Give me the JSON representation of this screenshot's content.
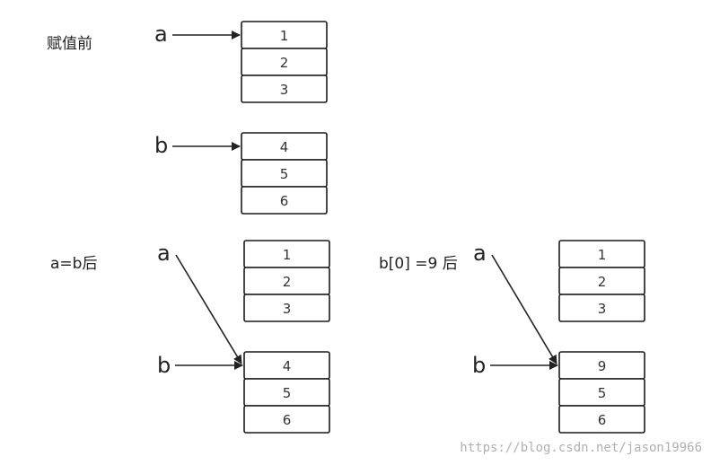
{
  "sections": {
    "before": "赋值前",
    "after_assign": "a=b后",
    "after_modify": "b[0] =9 后"
  },
  "panel_before": {
    "var_a": "a",
    "var_b": "b",
    "list_a": [
      "1",
      "2",
      "3"
    ],
    "list_b": [
      "4",
      "5",
      "6"
    ]
  },
  "panel_after_assign": {
    "var_a": "a",
    "var_b": "b",
    "list_old": [
      "1",
      "2",
      "3"
    ],
    "list_shared": [
      "4",
      "5",
      "6"
    ]
  },
  "panel_after_modify": {
    "var_a": "a",
    "var_b": "b",
    "list_old": [
      "1",
      "2",
      "3"
    ],
    "list_shared": [
      "9",
      "5",
      "6"
    ]
  },
  "watermark": "https://blog.csdn.net/jason19966",
  "colors": {
    "stroke": "#1a1a1a",
    "text": "#333333",
    "watermark": "#b0b0b0"
  }
}
